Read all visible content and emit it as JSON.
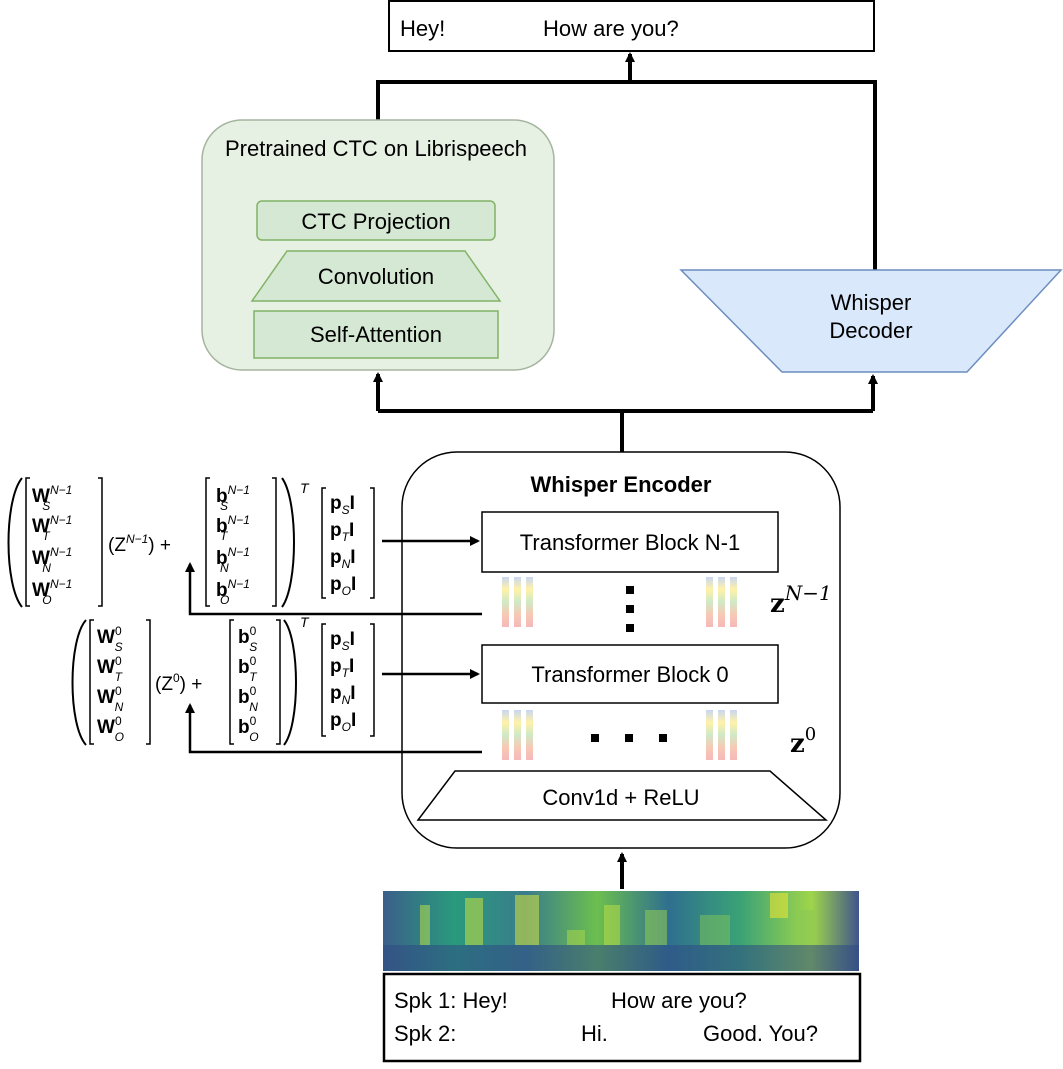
{
  "colors": {
    "ctc_fill": "#e7f1e3",
    "ctc_stroke": "#a5b49f",
    "ctc_inner_fill": "#d5e8d4",
    "ctc_inner_stroke": "#82b366",
    "decoder_fill": "#dae8fc",
    "decoder_stroke": "#6c8ebf",
    "stroke": "#000000"
  },
  "top_output": {
    "left": "Hey!",
    "right": "How are you?"
  },
  "ctc": {
    "title": "Pretrained CTC on Librispeech",
    "projection": "CTC Projection",
    "convolution": "Convolution",
    "self_attention": "Self-Attention"
  },
  "decoder": {
    "line1": "Whisper",
    "line2": "Decoder"
  },
  "encoder": {
    "title": "Whisper Encoder",
    "block_top": "Transformer Block N-1",
    "block_bottom": "Transformer Block 0",
    "conv": "Conv1d + ReLU",
    "z_top_base": "z",
    "z_top_sup": "N−1",
    "z_bottom_base": "z",
    "z_bottom_sup": "0"
  },
  "equation_top": {
    "W": [
      "W",
      "W",
      "W",
      "W"
    ],
    "W_sub": [
      "S",
      "T",
      "N",
      "O"
    ],
    "W_sup": "N−1",
    "Z": "(Z",
    "Z_sup": "N−1",
    "Z_close": ") +",
    "b": [
      "b",
      "b",
      "b",
      "b"
    ],
    "b_sub": [
      "S",
      "T",
      "N",
      "O"
    ],
    "b_sup": "N−1",
    "T": "T",
    "p": [
      "p",
      "p",
      "p",
      "p"
    ],
    "p_sub": [
      "S",
      "T",
      "N",
      "O"
    ],
    "I": "I"
  },
  "equation_bottom": {
    "W": [
      "W",
      "W",
      "W",
      "W"
    ],
    "W_sub": [
      "S",
      "T",
      "N",
      "O"
    ],
    "W_sup": "0",
    "Z": "(Z",
    "Z_sup": "0",
    "Z_close": ") +",
    "b": [
      "b",
      "b",
      "b",
      "b"
    ],
    "b_sub": [
      "S",
      "T",
      "N",
      "O"
    ],
    "b_sup": "0",
    "T": "T",
    "p": [
      "p",
      "p",
      "p",
      "p"
    ],
    "p_sub": [
      "S",
      "T",
      "N",
      "O"
    ],
    "I": "I"
  },
  "transcript": {
    "row1_speaker": "Spk 1: Hey!",
    "row1_text": "How are you?",
    "row2_speaker": "Spk 2:",
    "row2_mid": "Hi.",
    "row2_right": "Good. You?"
  }
}
